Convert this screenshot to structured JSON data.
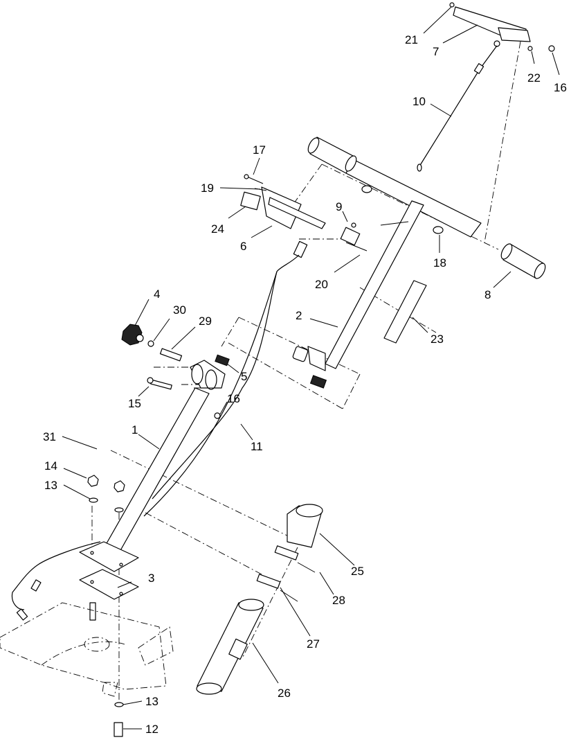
{
  "diagram": {
    "callouts": [
      {
        "id": "c21",
        "label": "21"
      },
      {
        "id": "c7",
        "label": "7"
      },
      {
        "id": "c22",
        "label": "22"
      },
      {
        "id": "c16a",
        "label": "16"
      },
      {
        "id": "c10",
        "label": "10"
      },
      {
        "id": "c17",
        "label": "17"
      },
      {
        "id": "c19",
        "label": "19"
      },
      {
        "id": "c9",
        "label": "9"
      },
      {
        "id": "c24",
        "label": "24"
      },
      {
        "id": "c6",
        "label": "6"
      },
      {
        "id": "c18",
        "label": "18"
      },
      {
        "id": "c20",
        "label": "20"
      },
      {
        "id": "c8",
        "label": "8"
      },
      {
        "id": "c4",
        "label": "4"
      },
      {
        "id": "c30",
        "label": "30"
      },
      {
        "id": "c29",
        "label": "29"
      },
      {
        "id": "c2",
        "label": "2"
      },
      {
        "id": "c23",
        "label": "23"
      },
      {
        "id": "c5",
        "label": "5"
      },
      {
        "id": "c15",
        "label": "15"
      },
      {
        "id": "c16b",
        "label": "16"
      },
      {
        "id": "c31",
        "label": "31"
      },
      {
        "id": "c1",
        "label": "1"
      },
      {
        "id": "c11",
        "label": "11"
      },
      {
        "id": "c14",
        "label": "14"
      },
      {
        "id": "c13a",
        "label": "13"
      },
      {
        "id": "c25",
        "label": "25"
      },
      {
        "id": "c3",
        "label": "3"
      },
      {
        "id": "c28",
        "label": "28"
      },
      {
        "id": "c27",
        "label": "27"
      },
      {
        "id": "c26",
        "label": "26"
      },
      {
        "id": "c13b",
        "label": "13"
      },
      {
        "id": "c12",
        "label": "12"
      }
    ]
  }
}
